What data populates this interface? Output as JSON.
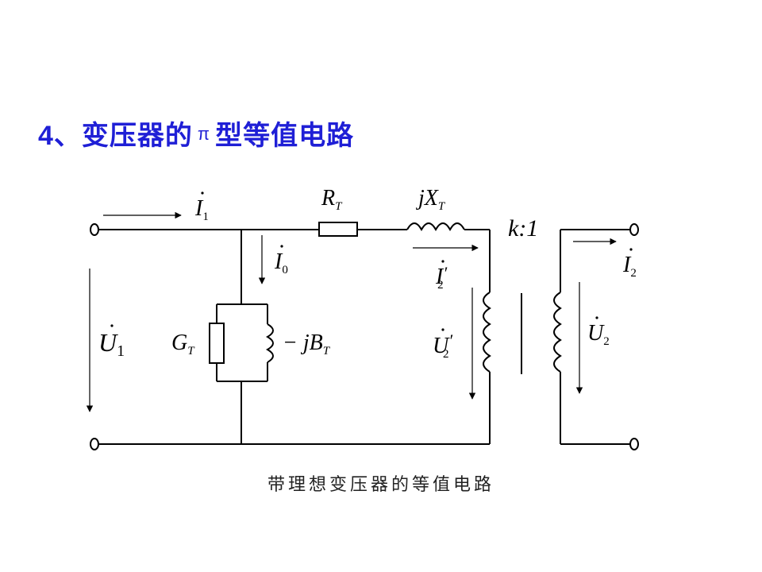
{
  "title": {
    "number": "4、",
    "part_a": "变压器的",
    "pi": "π",
    "part_b": "型等值电路"
  },
  "labels": {
    "I1": "I",
    "I1_sub": "1",
    "I0": "I",
    "I0_sub": "0",
    "RT": "R",
    "RT_sub": "T",
    "jXT": "jX",
    "jXT_sub": "T",
    "ratio": "k:1",
    "I2p": "I",
    "I2p_prime": "′",
    "I2p_sub": "2",
    "I2": "I",
    "I2_sub": "2",
    "U1": "U",
    "U1_sub": "1",
    "GT": "G",
    "GT_sub": "T",
    "BT": "− jB",
    "BT_sub": "T",
    "U2p": "U",
    "U2p_prime": "′",
    "U2p_sub": "2",
    "U2": "U",
    "U2_sub": "2"
  },
  "caption": "带理想变压器的等值电路",
  "colors": {
    "title": "#1f1fd6",
    "wire": "#000000",
    "text": "#000000"
  }
}
